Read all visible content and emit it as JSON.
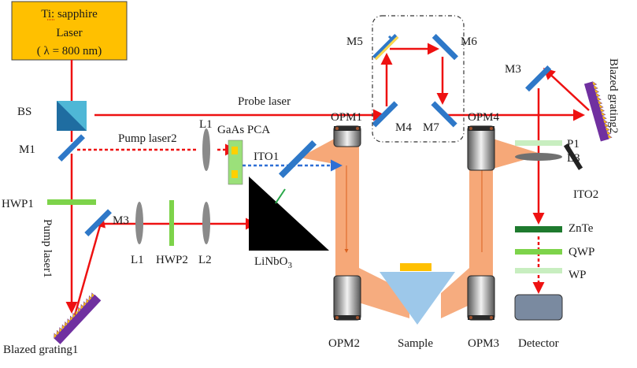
{
  "laser_box": {
    "line1": "Ti: sapphire",
    "line2": "Laser",
    "line3": "( λ = 800 nm)"
  },
  "labels": {
    "bs": "BS",
    "m1": "M1",
    "hwp1": "HWP1",
    "pump_laser1": "Pump laser1",
    "blazed_grating1": "Blazed grating1",
    "m3_left": "M3",
    "l1_top": "L1",
    "l1_bottom": "L1",
    "hwp2": "HWP2",
    "l2": "L2",
    "pump_laser2": "Pump laser2",
    "gaas_pca": "GaAs PCA",
    "ito1": "ITO1",
    "linbo3_main": "LiNbO",
    "linbo3_sub": "3",
    "probe_laser": "Probe laser",
    "m4": "M4",
    "m5": "M5",
    "m6": "M6",
    "m7": "M7",
    "opm1": "OPM1",
    "opm2": "OPM2",
    "opm3": "OPM3",
    "opm4": "OPM4",
    "sample": "Sample",
    "m3_right": "M3",
    "blazed_grating2": "Blazed grating2",
    "p1": "P1",
    "l3": "L3",
    "ito2": "ITO2",
    "znte": "ZnTe",
    "qwp": "QWP",
    "wp": "WP",
    "detector": "Detector"
  },
  "colors": {
    "beam": "#ee1111",
    "thz": "#f6a878",
    "mirror": "#2e78c8",
    "laser_box": "#ffc000",
    "hwp": "#7dd34a",
    "grating": "#7030a0",
    "prism": "#000000",
    "sample": "#9dc8ea",
    "ito_blue": "#2e6fd6"
  }
}
